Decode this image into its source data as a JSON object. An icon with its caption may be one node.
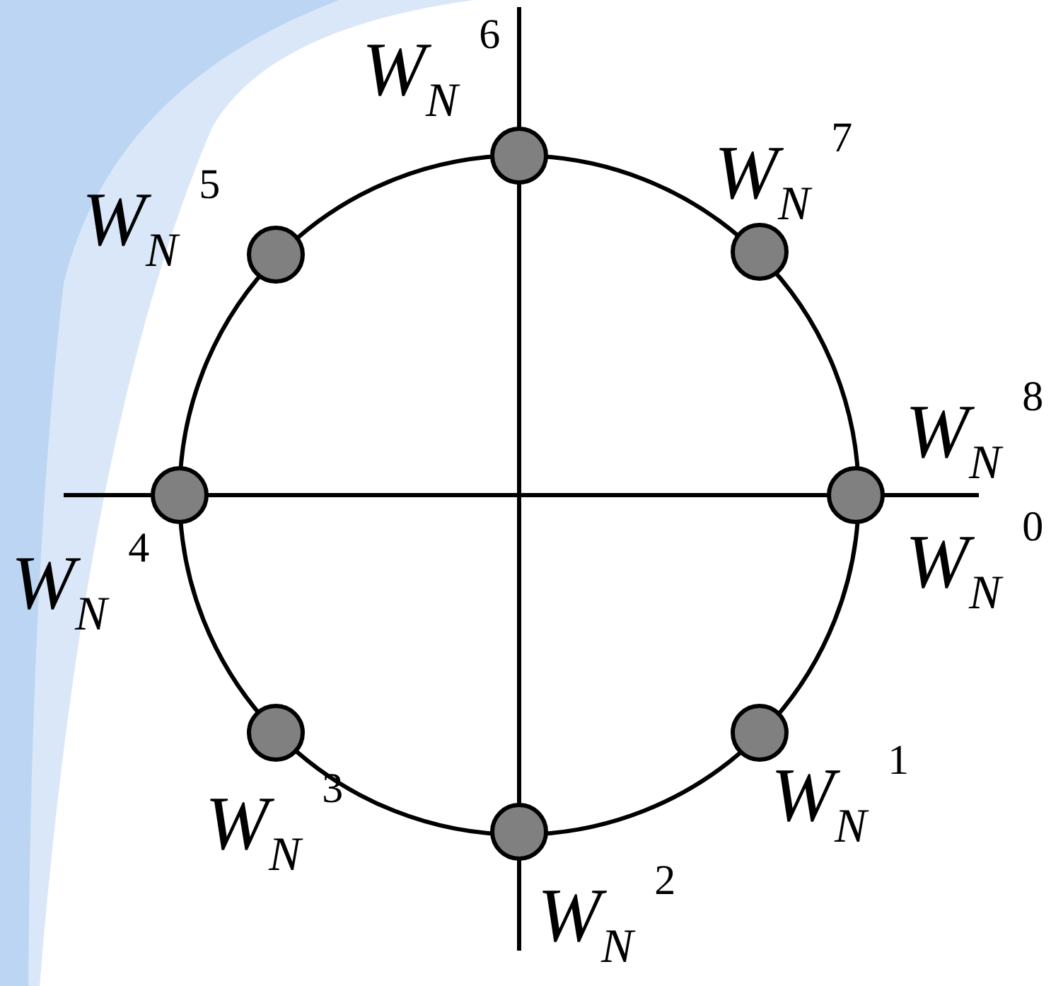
{
  "diagram": {
    "nodes": [
      {
        "text": [],
        "shape": "circle",
        "beside": [
          "W$_{N}$$^{6}$"
        ]
      },
      {
        "text": [],
        "shape": "circle",
        "beside": [
          "W$_{N}$$^{5}$"
        ]
      },
      {
        "text": [],
        "shape": "circle",
        "beside": [
          "W$_{N}$$^{7}$"
        ]
      },
      {
        "text": [],
        "shape": "circle",
        "beside": [
          "W$_{N}$$^{4}$"
        ]
      },
      {
        "text": [],
        "shape": "circle",
        "beside": [
          "W$_{N}$$^{8}$",
          "W$_{N}$$^{0}$"
        ]
      },
      {
        "text": [],
        "shape": "circle",
        "beside": [
          "W$_{N}$$^{3}$"
        ]
      },
      {
        "text": [],
        "shape": "circle",
        "beside": [
          "W$_{N}$$^{1}$"
        ]
      },
      {
        "text": [],
        "shape": "circle",
        "beside": [
          "W$_{N}$$^{2}$"
        ]
      }
    ],
    "edges": []
  }
}
